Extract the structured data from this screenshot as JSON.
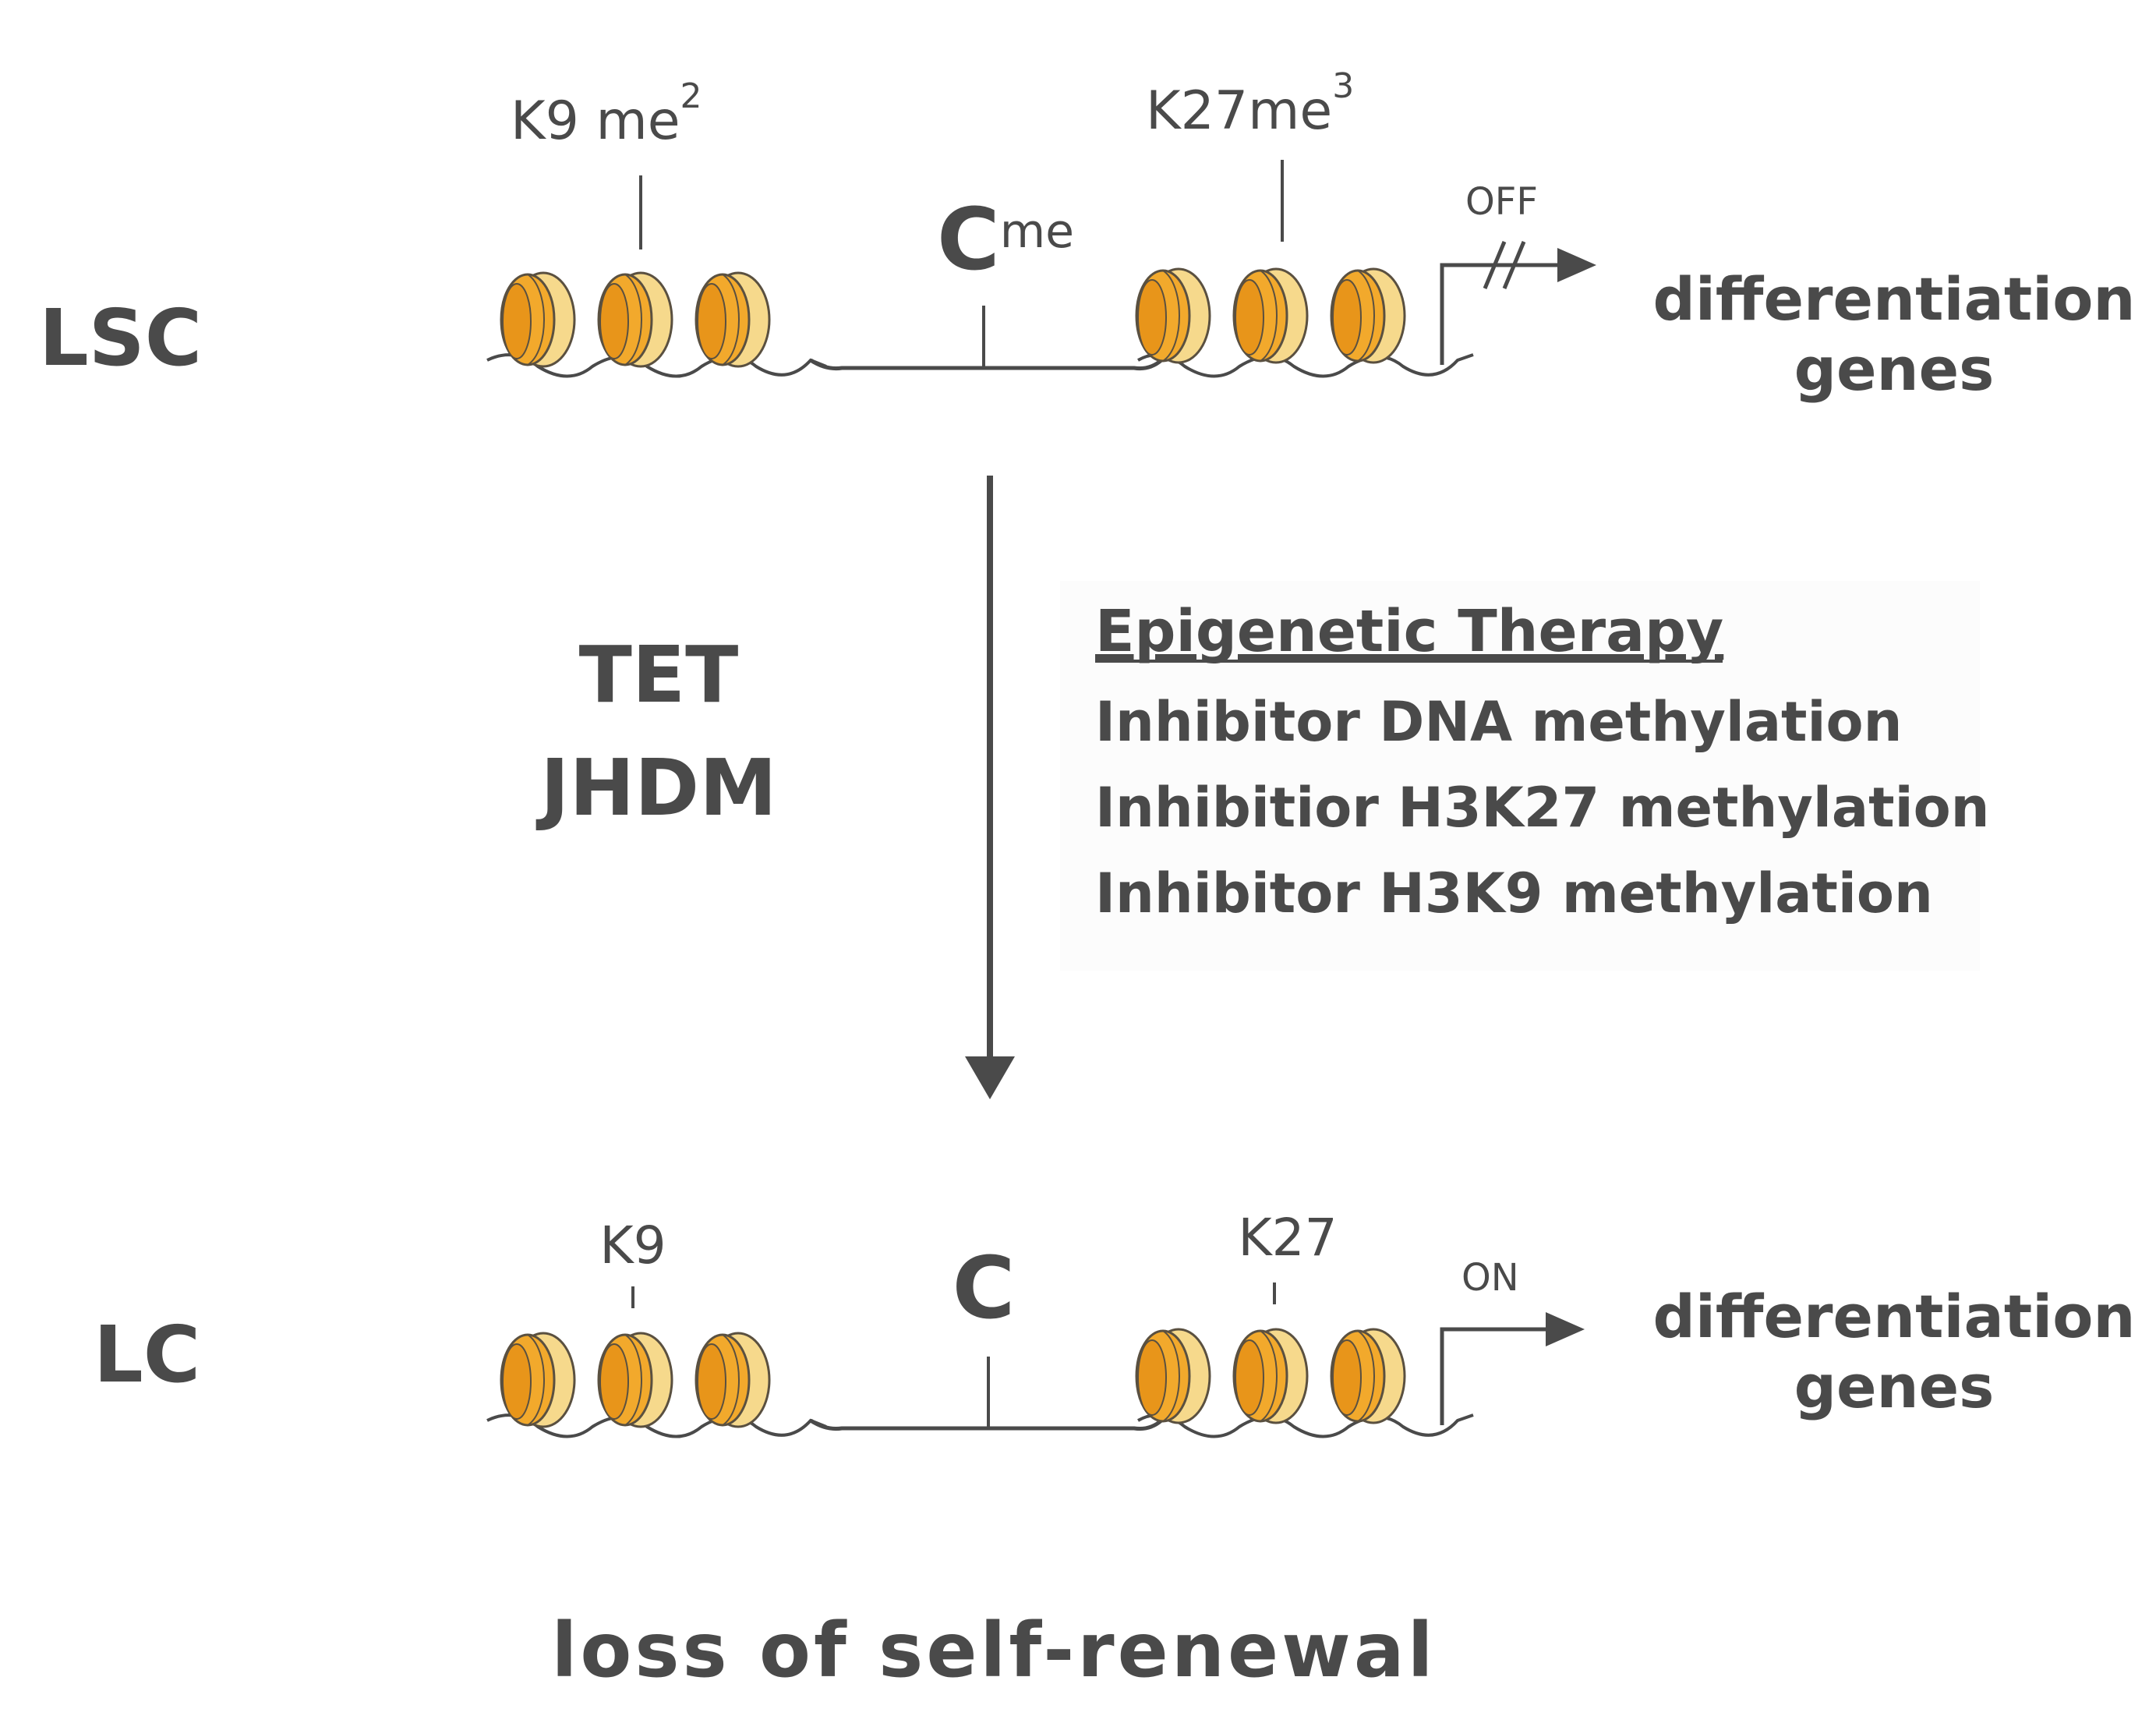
{
  "states": {
    "top": {
      "cell": "LSC",
      "mark_left": "K9 me",
      "mark_left_sup": "2",
      "mark_right": "K27me",
      "mark_right_sup": "3",
      "dna_base": "C",
      "dna_base_sup": "me",
      "transcription": "OFF",
      "target_line1": "differentiation",
      "target_line2": "genes"
    },
    "bottom": {
      "cell": "LC",
      "mark_left": "K9",
      "mark_right": "K27",
      "dna_base": "C",
      "transcription": "ON",
      "target_line1": "differentiation",
      "target_line2": "genes"
    }
  },
  "enzymes": [
    "TET",
    "JHDM"
  ],
  "therapy": {
    "title": "Epigenetic Therapy",
    "items": [
      "Inhibitor DNA methylation",
      "Inhibitior H3K27 methylation",
      "Inhibitor H3K9 methylation"
    ]
  },
  "outcome": "loss of self-renewal",
  "colors": {
    "text": "#4a4a4a",
    "line": "#4a4a4a",
    "nucleosome_front": "#f2a92c",
    "nucleosome_back": "#f6d98c",
    "nucleosome_edge": "#5a5040"
  },
  "icons": [
    "nucleosome-icon",
    "transcription-arrow-icon",
    "blocked-arrow-icon",
    "down-arrow-icon"
  ]
}
